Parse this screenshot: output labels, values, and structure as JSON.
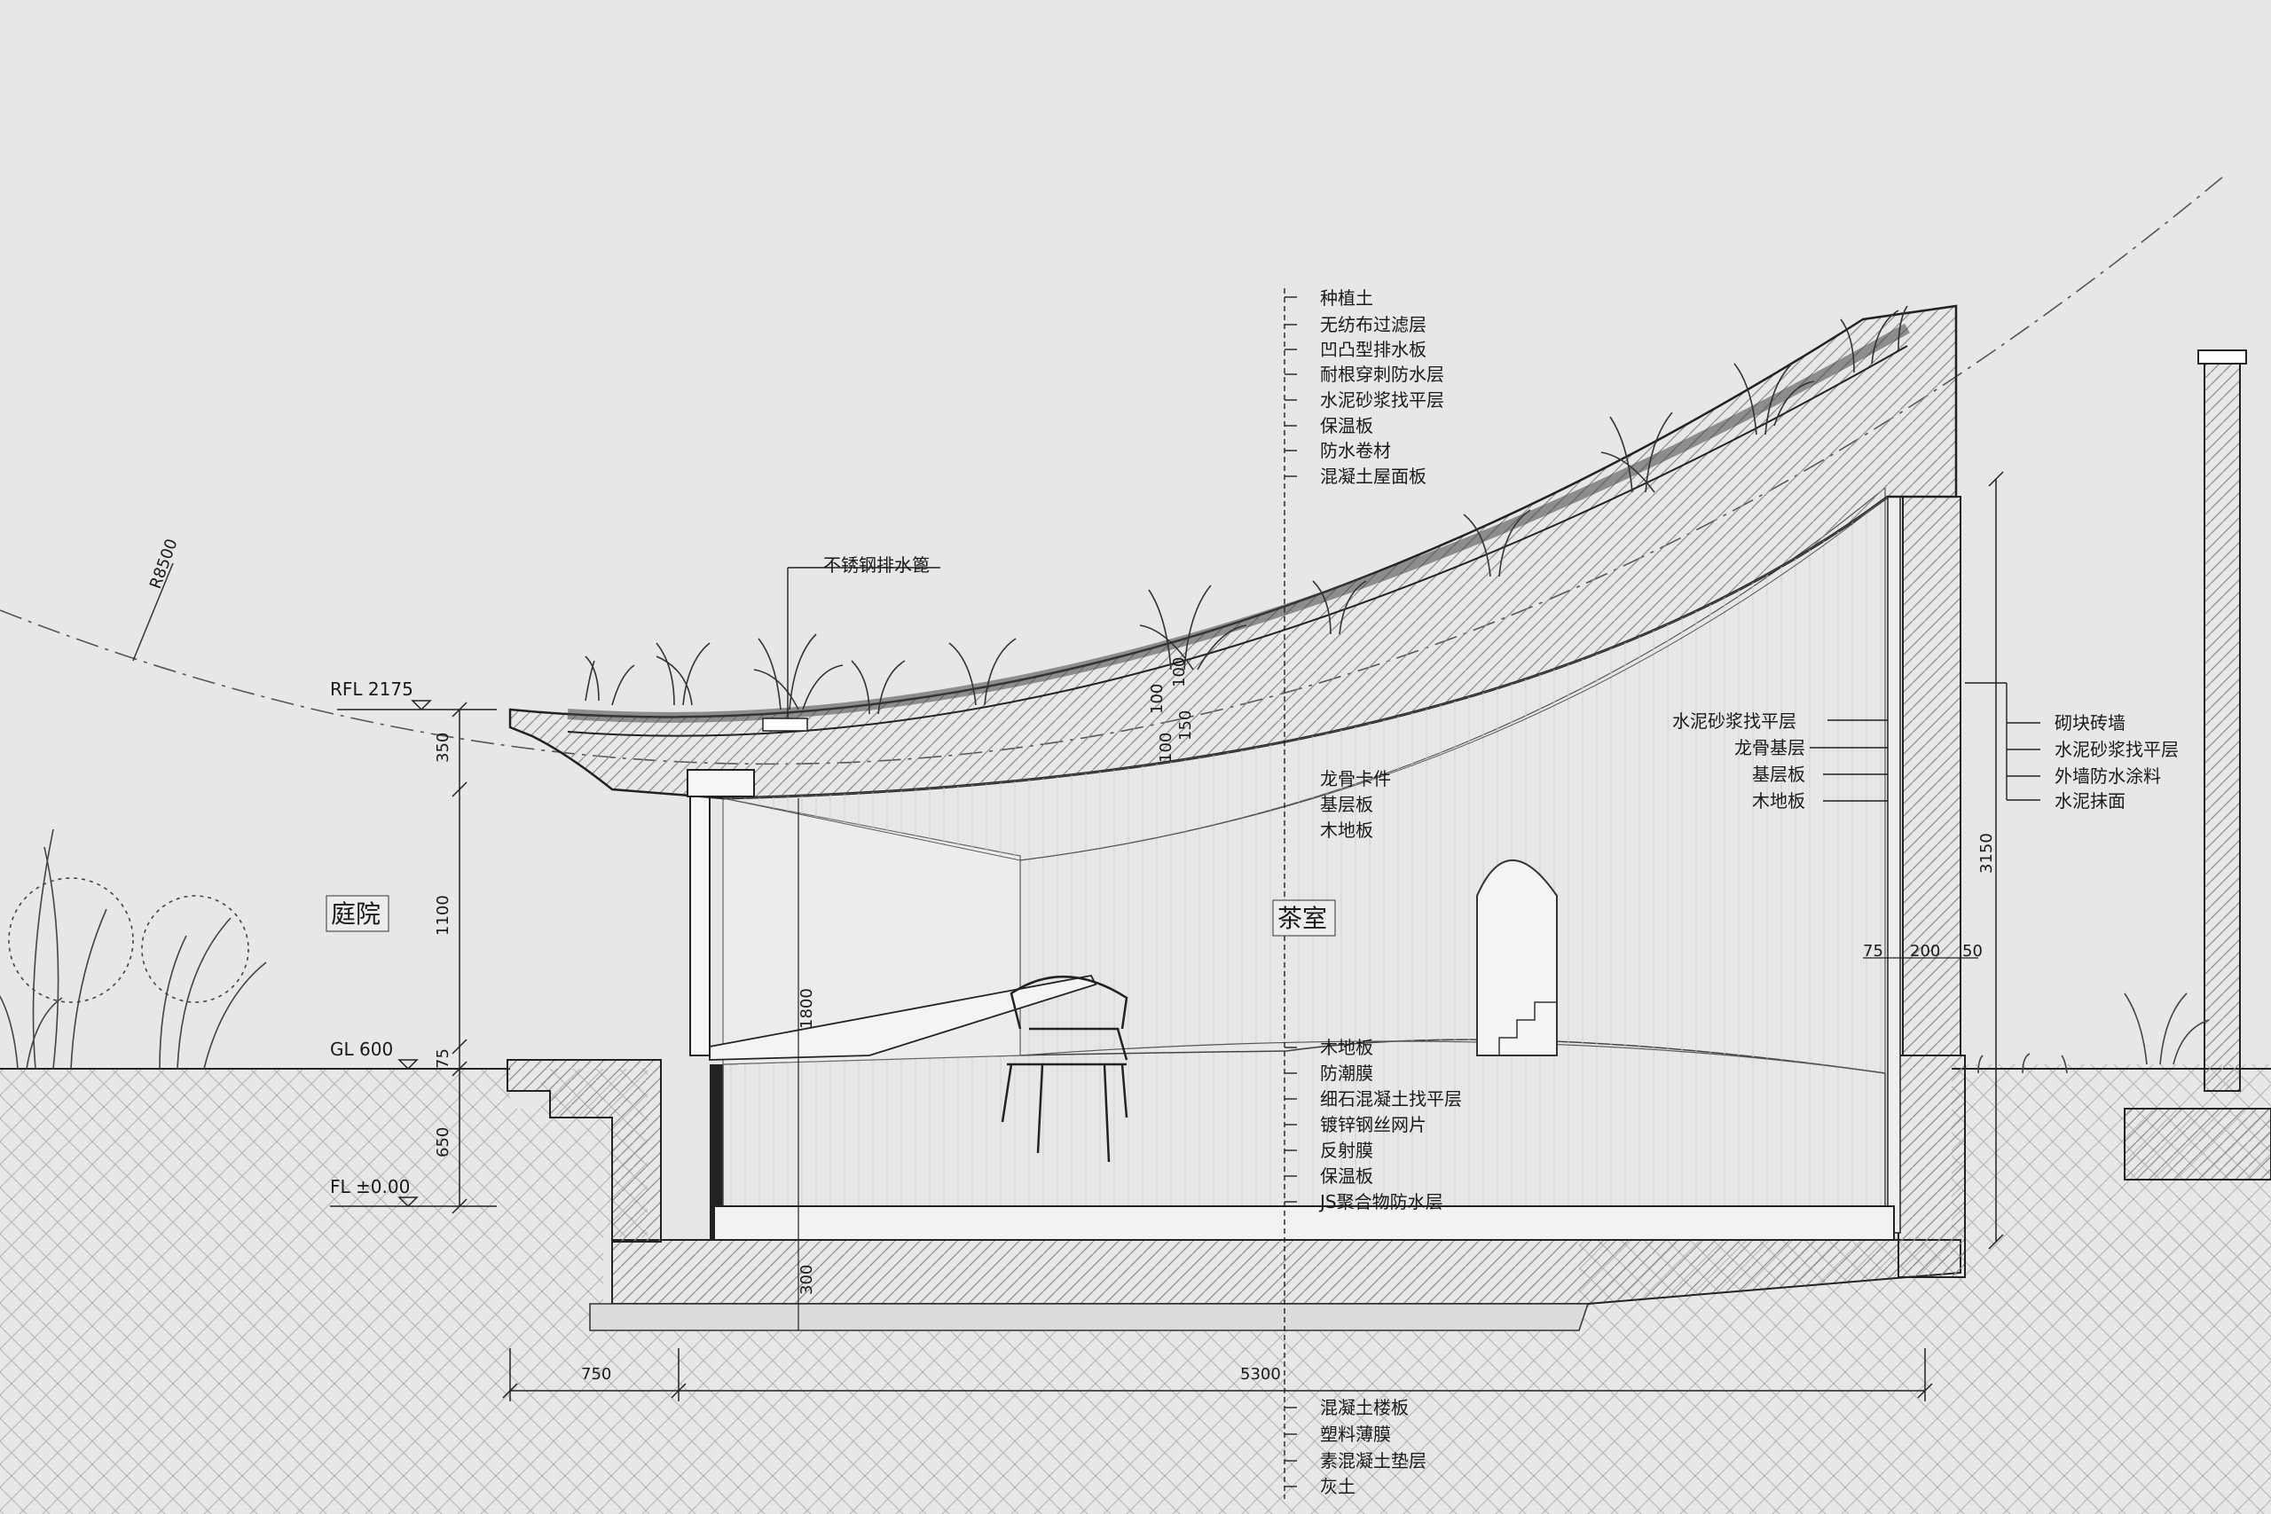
{
  "labels": {
    "roof_layers": [
      "种植土",
      "无纺布过滤层",
      "凹凸型排水板",
      "耐根穿刺防水层",
      "水泥砂浆找平层",
      "保温板",
      "防水卷材",
      "混凝土屋面板"
    ],
    "drain": "不锈钢排水篦",
    "ceiling_layers": [
      "龙骨卡件",
      "基层板",
      "木地板"
    ],
    "inner_wall_layers": [
      "水泥砂浆找平层",
      "龙骨基层",
      "基层板",
      "木地板"
    ],
    "outer_wall_layers": [
      "砌块砖墙",
      "水泥砂浆找平层",
      "外墙防水涂料",
      "水泥抹面"
    ],
    "floor_layers": [
      "木地板",
      "防潮膜",
      "细石混凝土找平层",
      "镀锌钢丝网片",
      "反射膜",
      "保温板",
      "JS聚合物防水层"
    ],
    "foundation_layers": [
      "混凝土楼板",
      "塑料薄膜",
      "素混凝土垫层",
      "灰土"
    ],
    "room_courtyard": "庭院",
    "room_tearoom": "茶室"
  },
  "levels": {
    "rfl": "RFL 2175",
    "gl": "GL 600",
    "fl": "FL ±0.00",
    "radius": "R8500"
  },
  "dimensions": {
    "left_vertical": [
      "350",
      "1100",
      "75",
      "650"
    ],
    "sill": "1800",
    "slab": "300",
    "roof_layers": [
      "100",
      "100",
      "150",
      "100"
    ],
    "wall_right": "3150",
    "wall_parts": [
      "75",
      "200",
      "50"
    ],
    "bottom": [
      "750",
      "5300"
    ]
  }
}
